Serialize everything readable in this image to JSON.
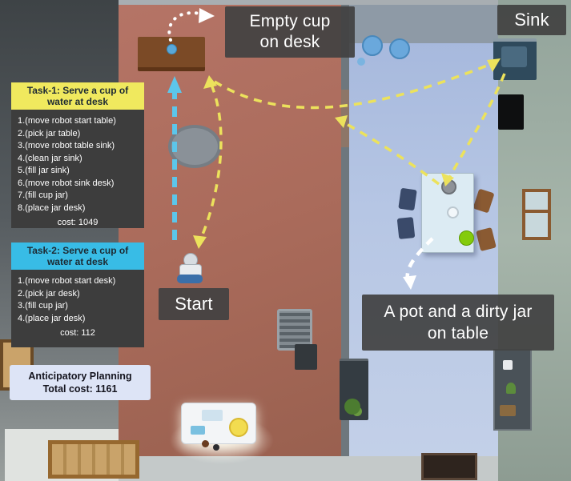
{
  "labels": {
    "empty_cup": "Empty cup on desk",
    "sink": "Sink",
    "start": "Start",
    "pot_jar": "A pot and a dirty jar on table"
  },
  "task1": {
    "title": "Task-1: Serve a cup of water at desk",
    "steps": [
      "1.(move robot start table)",
      "2.(pick jar table)",
      "3.(move robot table sink)",
      "4.(clean jar sink)",
      "5.(fill jar sink)",
      "6.(move robot sink desk)",
      "7.(fill cup jar)",
      "8.(place jar desk)"
    ],
    "cost": "cost: 1049"
  },
  "task2": {
    "title": "Task-2: Serve a cup of water at desk",
    "steps": [
      "1.(move robot start desk)",
      "2.(pick jar desk)",
      "3.(fill cup jar)",
      "4.(place jar desk)"
    ],
    "cost": "cost: 112"
  },
  "summary": {
    "line1": "Anticipatory Planning",
    "line2": "Total cost: 1161"
  },
  "colors": {
    "task1_header": "#f0e95e",
    "task2_header": "#38bce6",
    "panel_dark": "#3d3d3d",
    "summary_bg": "#dde4f6",
    "label_dark": "#424242",
    "path_yellow": "#ece25c",
    "path_blue": "#5cc6ea",
    "path_white": "#ffffff",
    "green_ball": "#84cb0b"
  }
}
